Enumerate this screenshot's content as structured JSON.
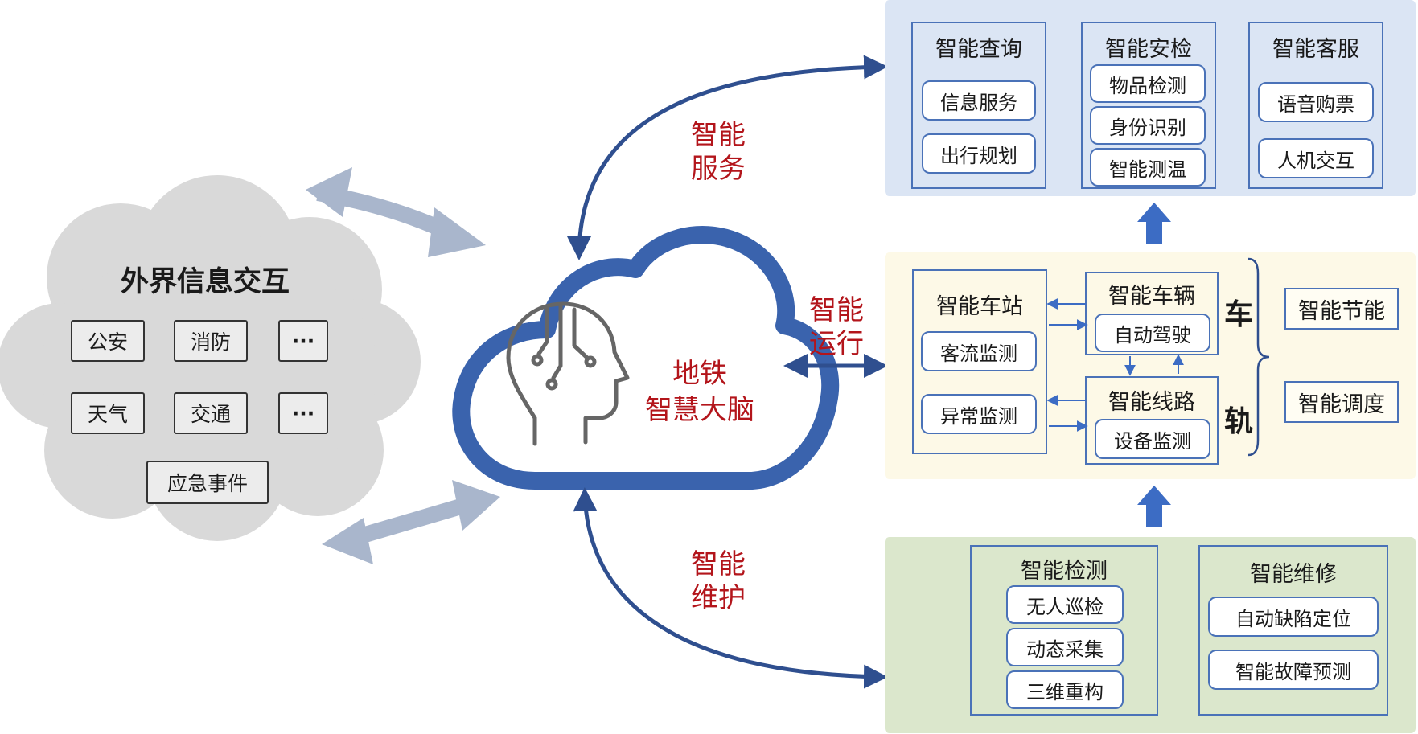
{
  "external": {
    "title": "外界信息交互",
    "items": [
      "公安",
      "消防",
      "···",
      "天气",
      "交通",
      "···",
      "应急事件"
    ]
  },
  "brain": {
    "line1": "地铁",
    "line2": "智慧大脑"
  },
  "links": {
    "service": [
      "智能",
      "服务"
    ],
    "operation": [
      "智能",
      "运行"
    ],
    "maintenance": [
      "智能",
      "维护"
    ]
  },
  "service_panel": {
    "query": {
      "title": "智能查询",
      "items": [
        "信息服务",
        "出行规划"
      ]
    },
    "security": {
      "title": "智能安检",
      "items": [
        "物品检测",
        "身份识别",
        "智能测温"
      ]
    },
    "customer": {
      "title": "智能客服",
      "items": [
        "语音购票",
        "人机交互"
      ]
    }
  },
  "operation_panel": {
    "station": {
      "title": "智能车站",
      "items": [
        "客流监测",
        "异常监测"
      ]
    },
    "vehicle": {
      "title": "智能车辆",
      "items": [
        "自动驾驶"
      ]
    },
    "line": {
      "title": "智能线路",
      "items": [
        "设备监测"
      ]
    },
    "vehicle_rail": [
      "车",
      "轨"
    ],
    "energy": "智能节能",
    "dispatch": "智能调度"
  },
  "maintenance_panel": {
    "detection": {
      "title": "智能检测",
      "items": [
        "无人巡检",
        "动态采集",
        "三维重构"
      ]
    },
    "repair": {
      "title": "智能维修",
      "items": [
        "自动缺陷定位",
        "智能故障预测"
      ]
    }
  },
  "colors": {
    "cloud_blue": "#3a63ad",
    "arrow_blue": "#2f4f8f",
    "up_arrow": "#3c6cc4",
    "grey_arrow": "#a9b6cc",
    "red_text": "#b3151b",
    "service_bg": "#dbe5f4",
    "operation_bg": "#fdf9e7",
    "maintenance_bg": "#dbe7cc"
  }
}
